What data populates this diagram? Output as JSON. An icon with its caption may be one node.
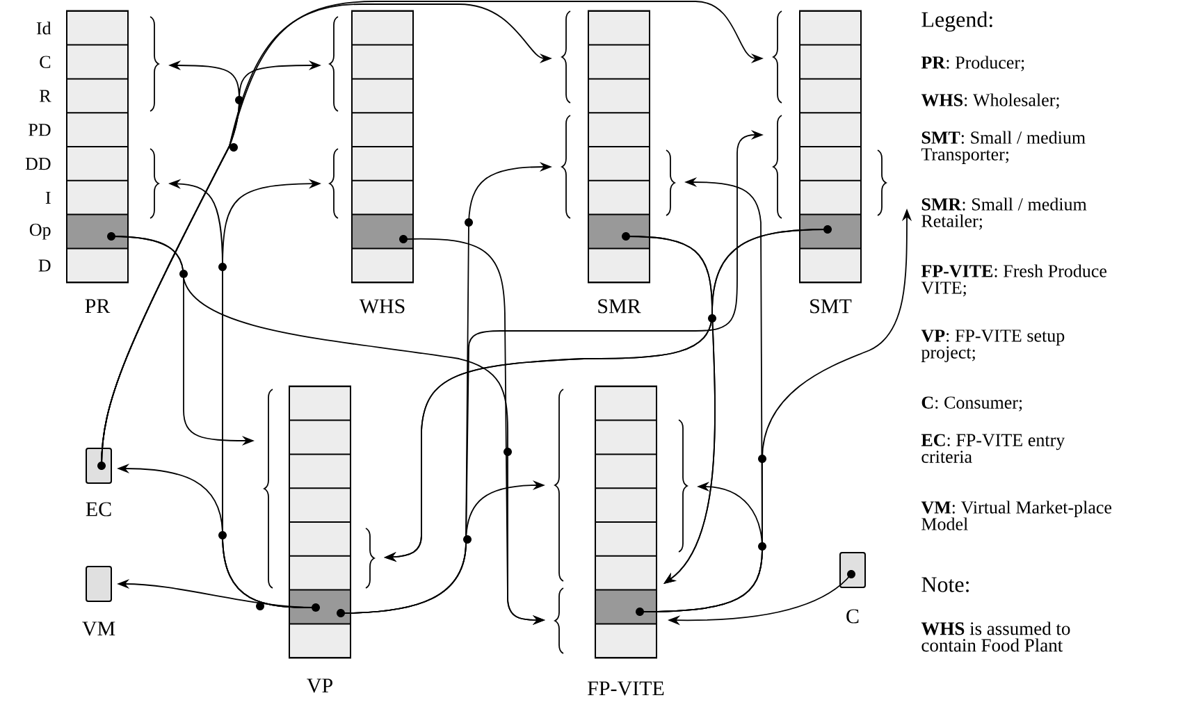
{
  "diagram": {
    "nodes": [
      {
        "text": [
          "PR"
        ]
      },
      {
        "text": [
          "WHS"
        ]
      },
      {
        "text": [
          "SMR"
        ]
      },
      {
        "text": [
          "SMT"
        ]
      },
      {
        "text": [
          "EC"
        ]
      },
      {
        "text": [
          "VM"
        ]
      },
      {
        "text": [
          "VP"
        ]
      },
      {
        "text": [
          "FP-VITE"
        ]
      },
      {
        "text": [
          "C"
        ]
      }
    ],
    "edges": [
      {
        "from": 4,
        "to": 0,
        "arrow": "to"
      },
      {
        "from": 4,
        "to": 1,
        "arrow": "to"
      },
      {
        "from": 4,
        "to": 2,
        "arrow": "to"
      },
      {
        "from": 4,
        "to": 3,
        "arrow": "to"
      },
      {
        "from": 6,
        "to": 5,
        "arrow": "to"
      },
      {
        "from": 6,
        "to": 4,
        "arrow": "to"
      },
      {
        "from": 6,
        "to": 0,
        "arrow": "to"
      },
      {
        "from": 6,
        "to": 1,
        "arrow": "to"
      },
      {
        "from": 6,
        "to": 7,
        "arrow": "to"
      },
      {
        "from": 6,
        "to": 2,
        "arrow": "to"
      },
      {
        "from": 6,
        "to": 3,
        "arrow": "to"
      },
      {
        "from": 0,
        "to": 6,
        "arrow": "to"
      },
      {
        "from": 0,
        "to": 7,
        "arrow": "to"
      },
      {
        "from": 1,
        "to": 7,
        "arrow": "to"
      },
      {
        "from": 2,
        "to": 6,
        "arrow": "to"
      },
      {
        "from": 2,
        "to": 7,
        "arrow": "to"
      },
      {
        "from": 3,
        "to": 6,
        "arrow": "to"
      },
      {
        "from": 3,
        "to": 7,
        "arrow": "to"
      },
      {
        "from": 7,
        "to": 7,
        "arrow": "to"
      },
      {
        "from": 7,
        "to": 2,
        "arrow": "to"
      },
      {
        "from": 7,
        "to": 3,
        "arrow": "to"
      },
      {
        "from": 8,
        "to": 7,
        "arrow": "to"
      }
    ],
    "labels": [
      "Id",
      "C",
      "R",
      "PD",
      "DD",
      "I",
      "Op",
      "D",
      "Legend:",
      "**PR**: Producer;",
      "**WHS**: Wholesaler;",
      "**SMT**: Small / medium Transporter;",
      "**SMR**: Small / medium Retailer;",
      "**FP-VITE**: Fresh Produce VITE;",
      "**VP**: FP-VITE setup project;",
      "**C**: Consumer;",
      "**EC**: FP-VITE entry criteria",
      "**VM**: Virtual Market-place Model",
      "Note:",
      "**WHS** is assumed to contain Food Plant"
    ]
  }
}
